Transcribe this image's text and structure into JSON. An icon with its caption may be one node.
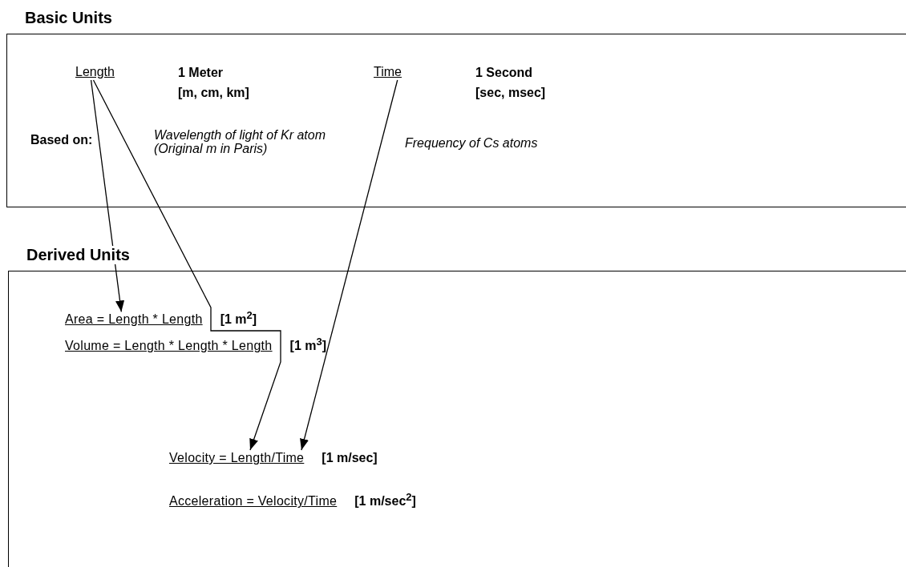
{
  "diagram": {
    "nodes": [
      {
        "text": [
          "Basic Units"
        ]
      },
      {
        "text": [
          "Length"
        ],
        "in": 0
      },
      {
        "text": [
          "Time"
        ],
        "in": 0
      },
      {
        "text": [
          "Derived Units"
        ]
      },
      {
        "text": [
          "Area = Length * Length"
        ],
        "in": 3,
        "beside": [
          "[1 m$^{2}$]"
        ]
      },
      {
        "text": [
          "Volume = Length * Length * Length"
        ],
        "in": 3,
        "beside": [
          "[1 m$^{3}$]"
        ]
      },
      {
        "text": [
          "Velocity = Length/Time"
        ],
        "in": 3,
        "beside": [
          "[1 m/sec]"
        ]
      },
      {
        "text": [
          "Acceleration = Velocity/Time"
        ],
        "in": 3,
        "beside": [
          "[1 m/sec$^{2}$]"
        ]
      }
    ],
    "edges": [
      {
        "from": 1,
        "to": 4,
        "arrow": "to"
      },
      {
        "from": 1,
        "to": 6,
        "arrow": "to"
      },
      {
        "from": 2,
        "to": 6,
        "arrow": "to"
      }
    ],
    "labels": [
      "1 Meter",
      "[m, cm, km]",
      "1 Second",
      "[sec, msec]",
      "Based on:",
      "Wavelength of light of Kr atom (Original m in Paris)",
      "Frequency of Cs atoms"
    ]
  }
}
